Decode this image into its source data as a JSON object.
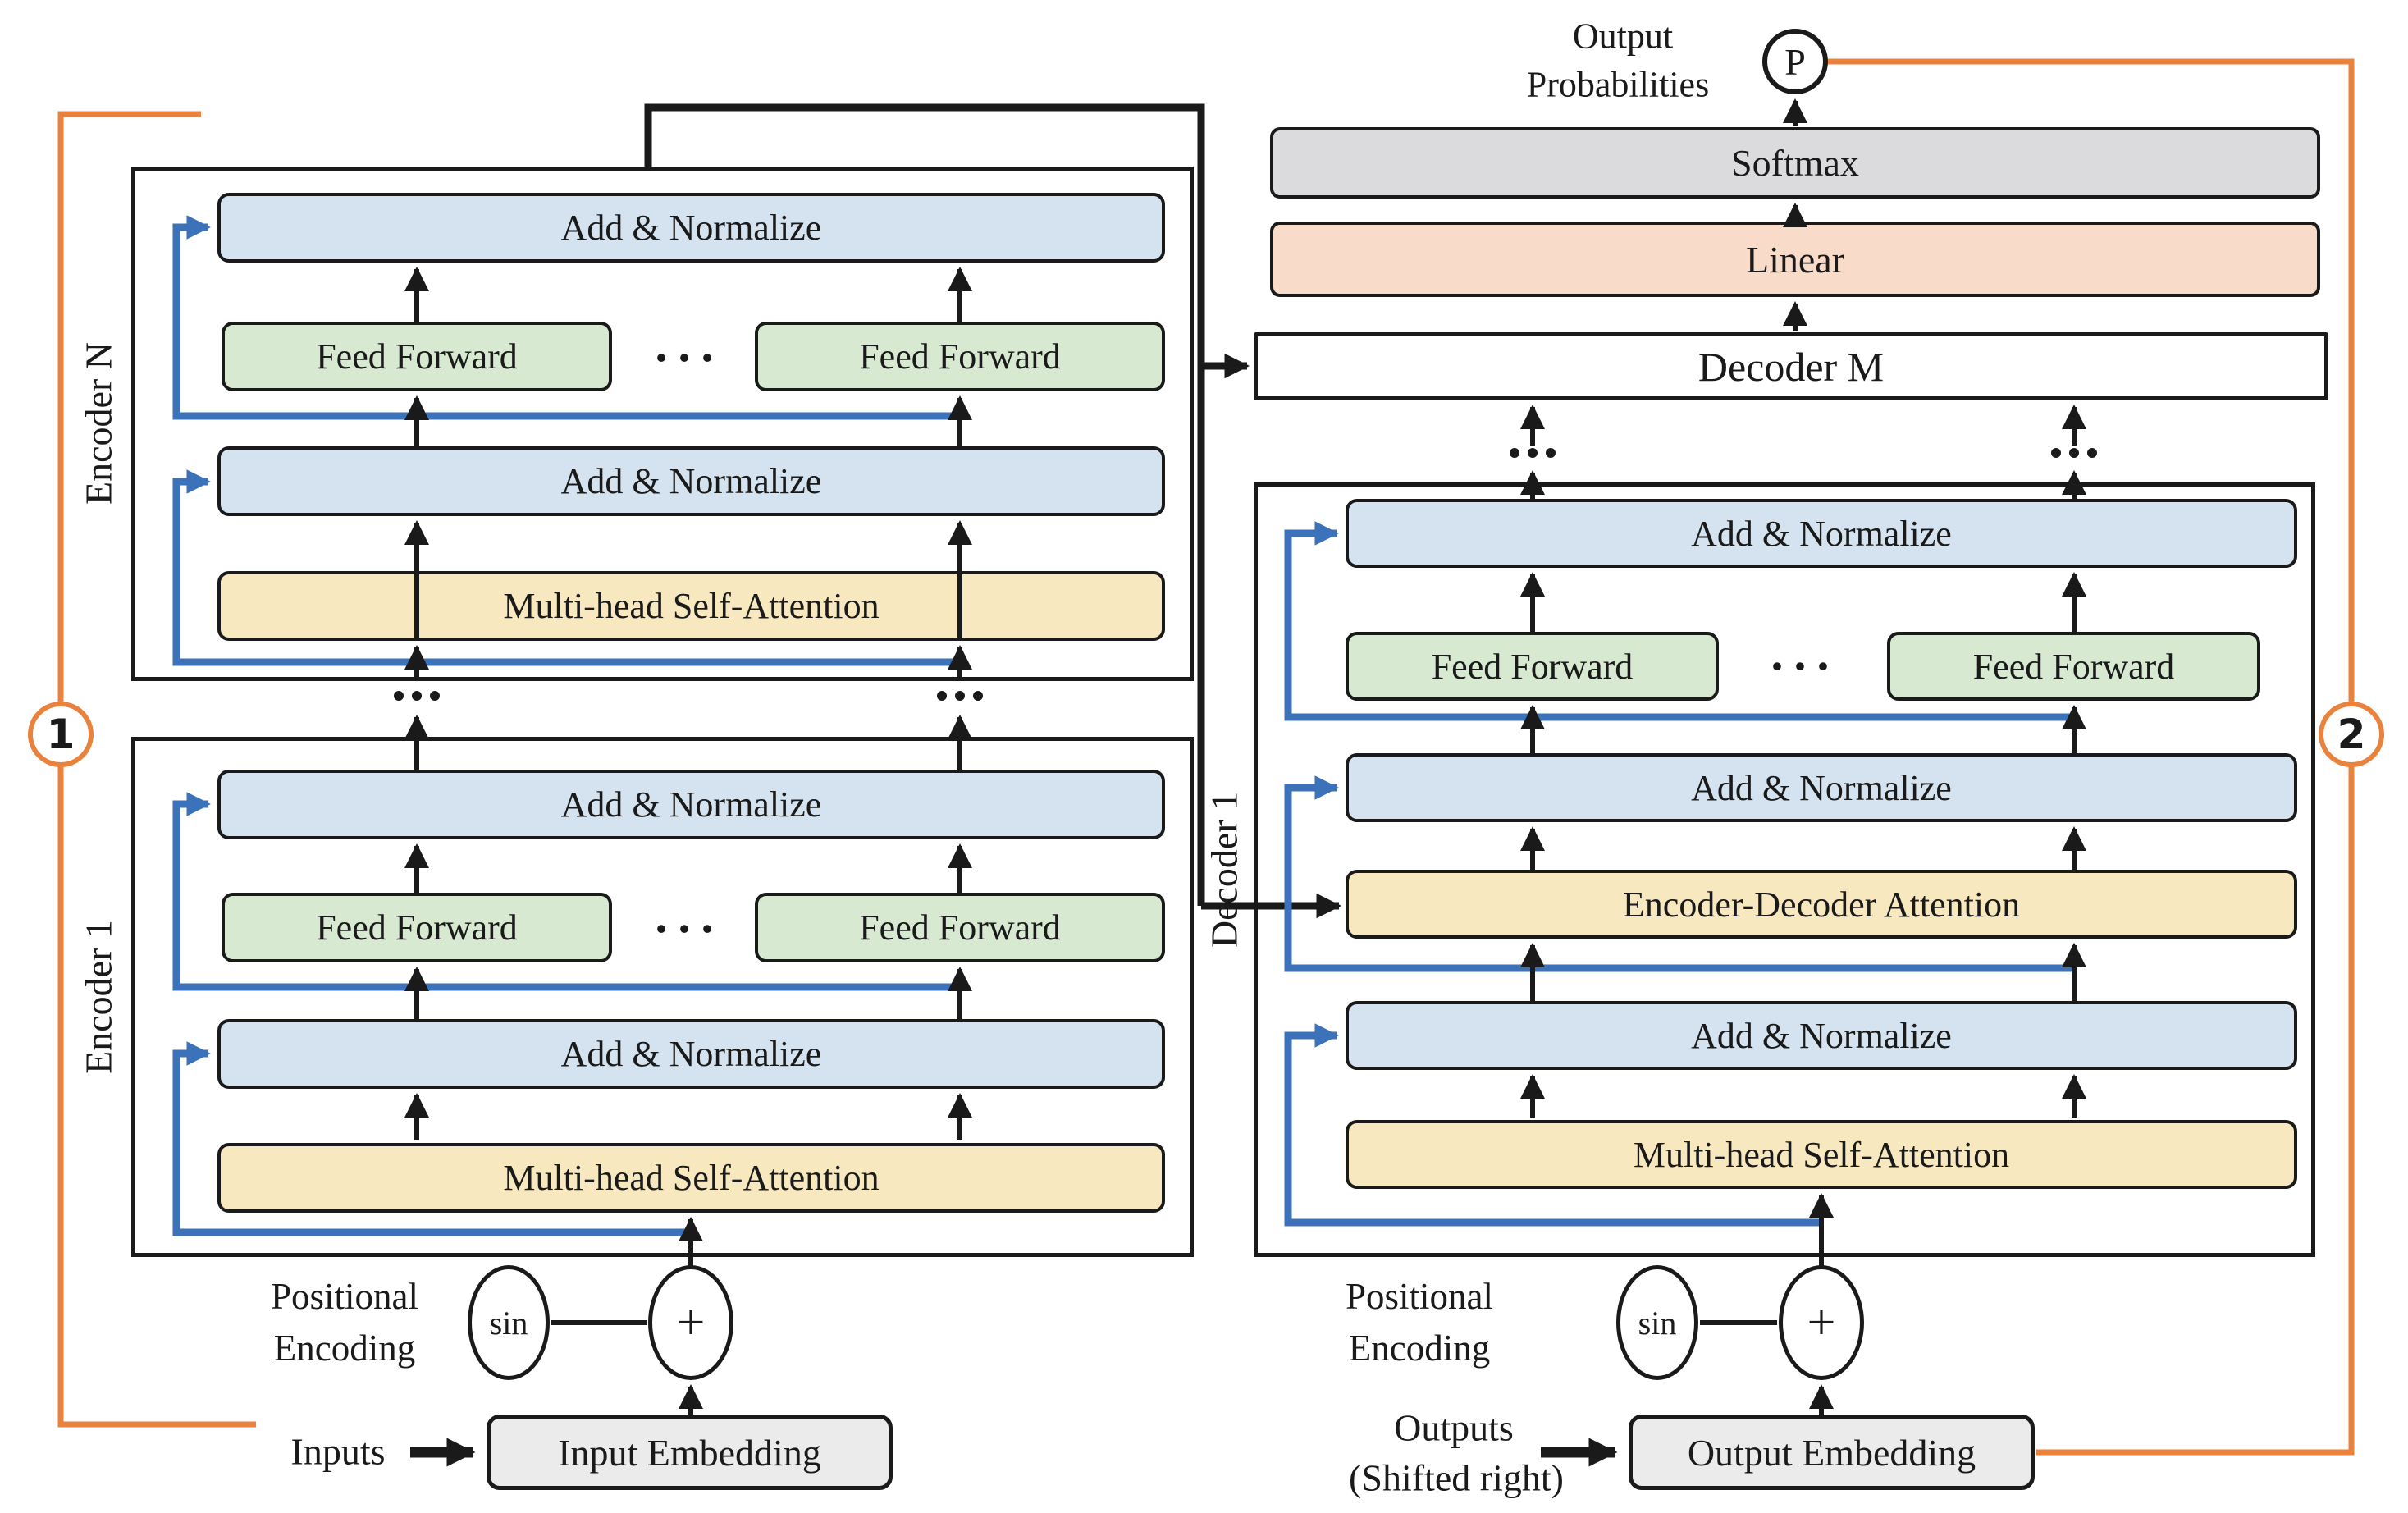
{
  "labels": {
    "add_normalize": "Add & Normalize",
    "feed_forward": "Feed Forward",
    "multi_head_self_attention": "Multi-head Self-Attention",
    "encoder_decoder_attention": "Encoder-Decoder Attention",
    "softmax": "Softmax",
    "linear": "Linear",
    "decoder_m": "Decoder M",
    "encoder_n": "Encoder N",
    "encoder_1": "Encoder 1",
    "decoder_1": "Decoder 1",
    "input_embedding": "Input Embedding",
    "output_embedding": "Output Embedding",
    "inputs": "Inputs",
    "outputs": "Outputs",
    "outputs_note": "(Shifted right)",
    "positional": "Positional",
    "encoding": "Encoding",
    "output_prob_line1": "Output",
    "output_prob_line2": "Probabilities",
    "sin": "sin",
    "plus": "+",
    "p": "P",
    "ellipsis": "···",
    "step_1": "1",
    "step_2": "2"
  },
  "colors": {
    "add_normalize_fill": "#D5E3F1",
    "feed_forward_fill": "#D7E9D1",
    "attention_fill": "#F7E8C0",
    "linear_fill": "#F8DCC9",
    "softmax_fill": "#DBDBDD",
    "embedding_fill": "#EBEBEB",
    "residual_line": "#3C72B9",
    "highlight_line": "#E8823C",
    "outline": "#1A1A1A"
  }
}
